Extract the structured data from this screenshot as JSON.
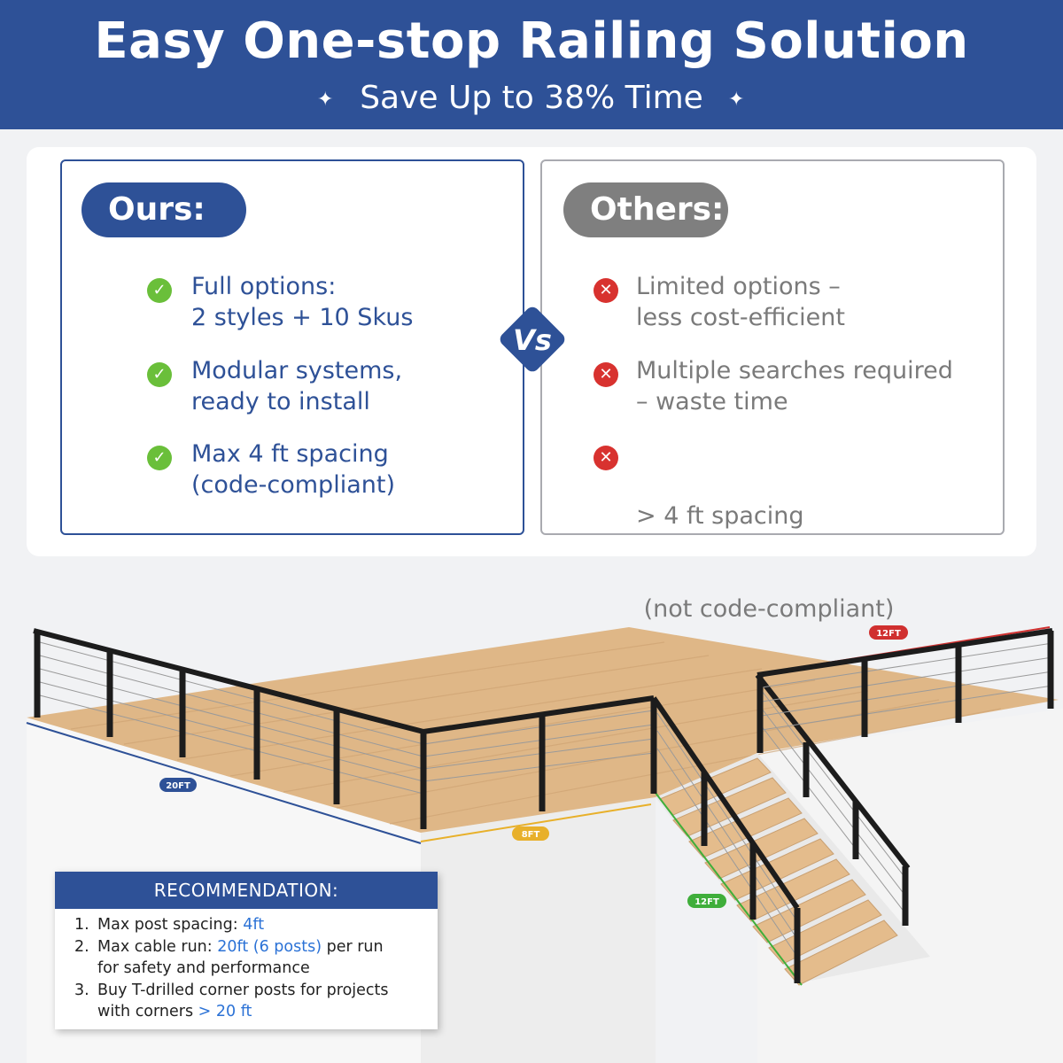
{
  "header": {
    "title": "Easy One-stop Railing Solution",
    "subtitle": "Save Up to 38% Time"
  },
  "ours": {
    "label": "Ours:",
    "items": [
      {
        "line1": "Full options:",
        "line2": "2 styles + 10 Skus"
      },
      {
        "line1": "Modular systems,",
        "line2": "ready to install"
      },
      {
        "line1": "Max 4 ft spacing",
        "line2": "(code-compliant)"
      }
    ]
  },
  "others": {
    "label": "Others:",
    "items": [
      {
        "line1": "Limited options –",
        "line2": "less cost-efficient"
      },
      {
        "line1": "Multiple searches required",
        "line2": "– waste time"
      },
      {
        "line1": "> 4 ft spacing",
        "line2": " (not code-compliant)"
      }
    ]
  },
  "vs_label": "Vs",
  "dimensions": {
    "left": "20FT",
    "front": "8FT",
    "stairs": "12FT",
    "top": "12FT"
  },
  "recommendation": {
    "title": "RECOMMENDATION:",
    "items": [
      {
        "num": "1.",
        "text": "Max post spacing: ",
        "hl": "4ft"
      },
      {
        "num": "2.",
        "text": "Max cable run: ",
        "hl": "20ft (6 posts)",
        "after": " per run",
        "line2": "for safety and performance"
      },
      {
        "num": "3.",
        "text": "Buy T-drilled corner posts for projects",
        "line2": "with corners ",
        "hl2": "> 20 ft"
      }
    ]
  },
  "colors": {
    "brand_blue": "#2e5197",
    "check_green": "#6abf3a",
    "cross_red": "#d8322f",
    "highlight_blue": "#2b72d6"
  }
}
